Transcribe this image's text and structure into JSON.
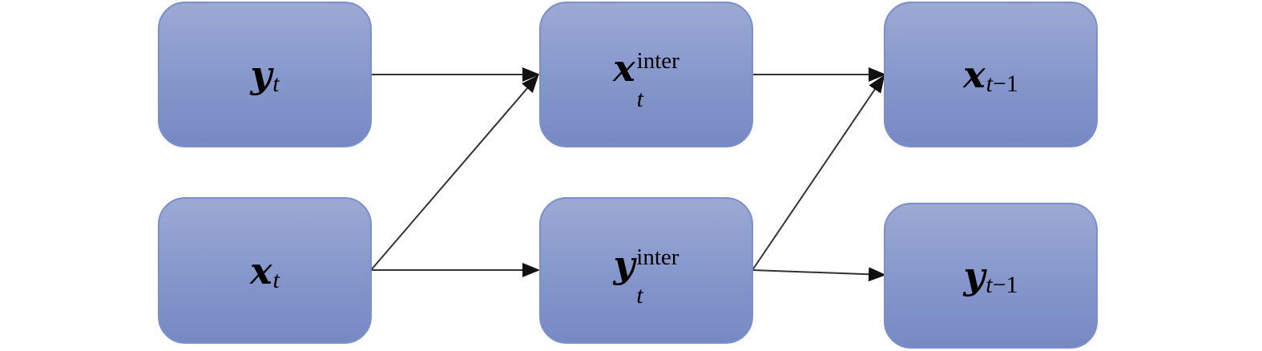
{
  "diagram": {
    "nodes": {
      "y_t": {
        "main": "y",
        "sub_italic": "t",
        "sub_rest": ""
      },
      "x_t": {
        "main": "x",
        "sub_italic": "t",
        "sub_rest": ""
      },
      "x_inter": {
        "main": "x",
        "sup": "inter",
        "sub": "t"
      },
      "y_inter": {
        "main": "y",
        "sup": "inter",
        "sub": "t"
      },
      "x_prev": {
        "main": "x",
        "sub_italic": "t",
        "sub_rest": "−1"
      },
      "y_prev": {
        "main": "y",
        "sub_italic": "t",
        "sub_rest": "−1"
      }
    },
    "colors": {
      "node_fill_top": "#9ba9d3",
      "node_fill_bottom": "#7789c4",
      "node_border": "#7b8fca",
      "arrow": "#1a1a1a"
    }
  }
}
